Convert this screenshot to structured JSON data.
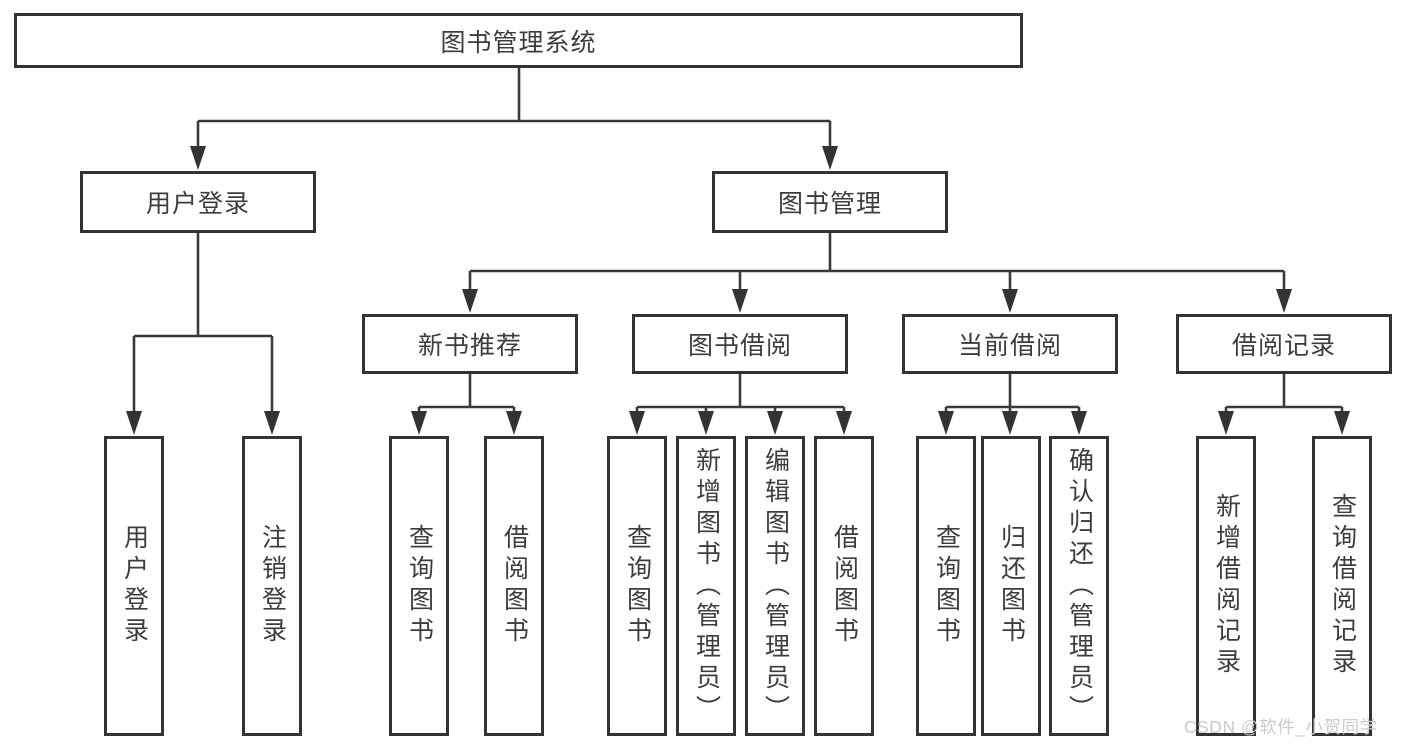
{
  "diagram": {
    "root": {
      "label": "图书管理系统"
    },
    "branches": [
      {
        "label": "用户登录",
        "children": [
          "用户登录",
          "注销登录"
        ]
      },
      {
        "label": "图书管理",
        "sub": [
          {
            "label": "新书推荐",
            "children": [
              "查询图书",
              "借阅图书"
            ]
          },
          {
            "label": "图书借阅",
            "children": [
              "查询图书",
              "新增图书（管理员）",
              "编辑图书（管理员）",
              "借阅图书"
            ]
          },
          {
            "label": "当前借阅",
            "children": [
              "查询图书",
              "归还图书",
              "确认归还（管理员）"
            ]
          },
          {
            "label": "借阅记录",
            "children": [
              "新增借阅记录",
              "查询借阅记录"
            ]
          }
        ]
      }
    ],
    "watermark": "CSDN @软件_小贺同学",
    "colors": {
      "line": "#3a3a3a",
      "box_border": "#333333",
      "text": "#3d3d3d",
      "watermark": "#cbcbcb",
      "background": "#ffffff"
    }
  }
}
